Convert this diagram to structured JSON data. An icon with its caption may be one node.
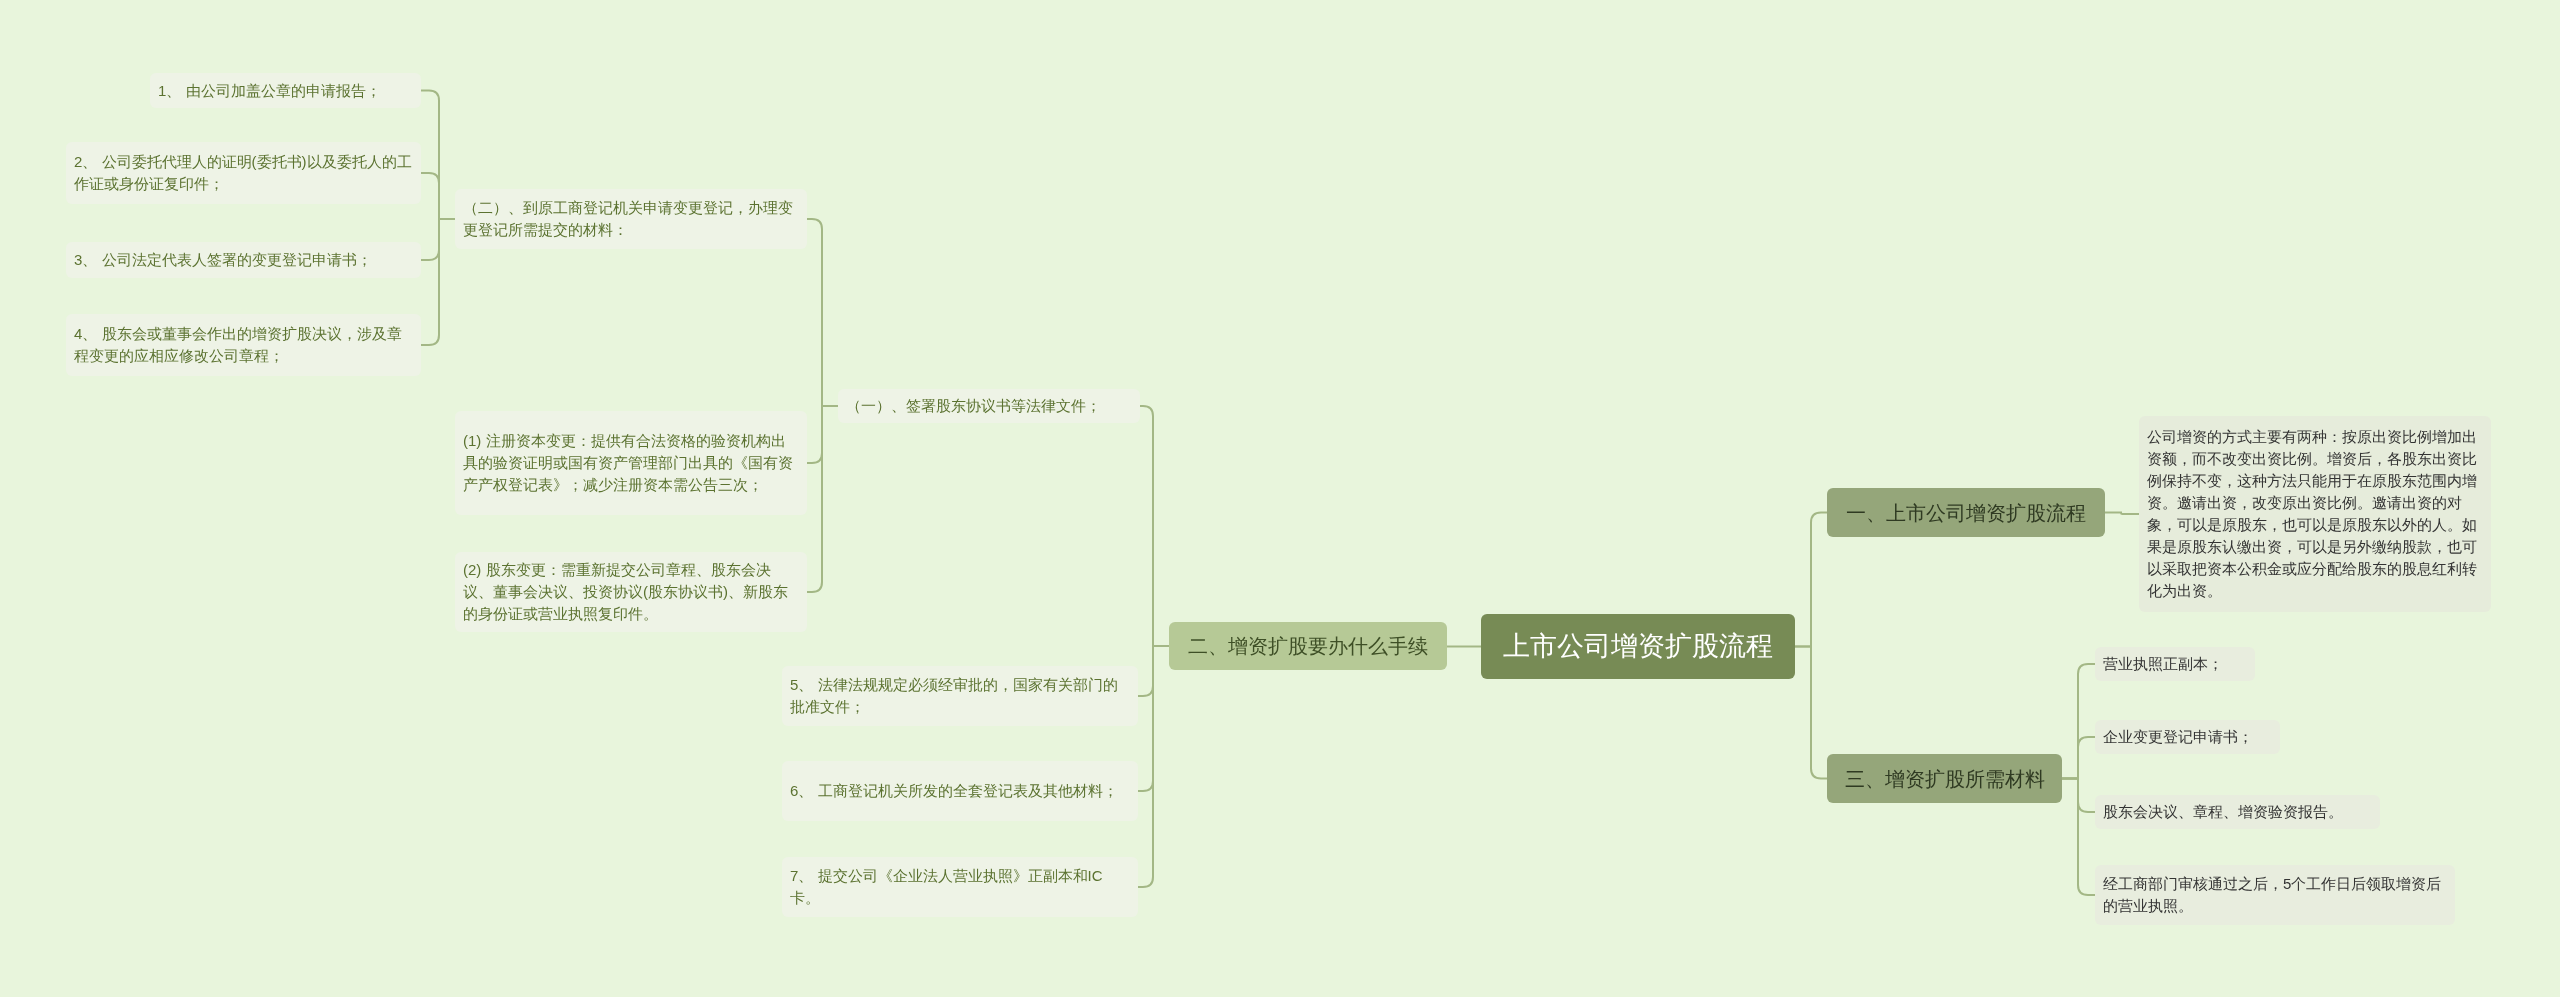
{
  "diagram": {
    "nodes": [
      {
        "text": [
          "上市公司增资扩股流程"
        ]
      },
      {
        "text": [
          "一、上市公司增资扩股流程"
        ]
      },
      {
        "text": [
          "公司增资的方式主要有两种：按原出资比例增加出资额，而不改变出资比例。增资后，各股东出资比例保持不变，这种方法只能用于在原股东范围内增资。邀请出资，改变原出资比例。邀请出资的对象，可以是原股东，也可以是原股东以外的人。如果是原股东认缴出资，可以是另外缴纳股款，也可以采取把资本公积金或应分配给股东的股息红利转化为出资。"
        ]
      },
      {
        "text": [
          "三、增资扩股所需材料"
        ]
      },
      {
        "text": [
          "营业执照正副本；"
        ]
      },
      {
        "text": [
          "企业变更登记申请书；"
        ]
      },
      {
        "text": [
          "股东会决议、章程、增资验资报告。"
        ]
      },
      {
        "text": [
          "经工商部门审核通过之后，5个工作日后领取增资后的营业执照。"
        ]
      },
      {
        "text": [
          "二、增资扩股要办什么手续"
        ]
      },
      {
        "text": [
          "（一）、签署股东协议书等法律文件；"
        ]
      },
      {
        "text": [
          "（二）、到原工商登记机关申请变更登记，办理变更登记所需提交的材料："
        ]
      },
      {
        "text": [
          "1、 由公司加盖公章的申请报告；"
        ]
      },
      {
        "text": [
          "2、 公司委托代理人的证明(委托书)以及委托人的工作证或身份证复印件；"
        ]
      },
      {
        "text": [
          "3、 公司法定代表人签署的变更登记申请书；"
        ]
      },
      {
        "text": [
          "4、 股东会或董事会作出的增资扩股决议，涉及章程变更的应相应修改公司章程；"
        ]
      },
      {
        "text": [
          "(1) 注册资本变更：提供有合法资格的验资机构出具的验资证明或国有资产管理部门出具的《国有资产产权登记表》；减少注册资本需公告三次；"
        ]
      },
      {
        "text": [
          "(2) 股东变更：需重新提交公司章程、股东会决议、董事会决议、投资协议(股东协议书)、新股东的身份证或营业执照复印件。"
        ]
      },
      {
        "text": [
          "5、 法律法规规定必须经审批的，国家有关部门的批准文件；"
        ]
      },
      {
        "text": [
          "6、 工商登记机关所发的全套登记表及其他材料；"
        ]
      },
      {
        "text": [
          "7、 提交公司《企业法人营业执照》正副本和IC卡。"
        ]
      }
    ],
    "edges": [
      {
        "from": 0,
        "to": 1,
        "arrow": "none"
      },
      {
        "from": 1,
        "to": 2,
        "arrow": "none"
      },
      {
        "from": 0,
        "to": 3,
        "arrow": "none"
      },
      {
        "from": 3,
        "to": 4,
        "arrow": "none"
      },
      {
        "from": 3,
        "to": 5,
        "arrow": "none"
      },
      {
        "from": 3,
        "to": 6,
        "arrow": "none"
      },
      {
        "from": 3,
        "to": 7,
        "arrow": "none"
      },
      {
        "from": 0,
        "to": 8,
        "arrow": "none"
      },
      {
        "from": 8,
        "to": 9,
        "arrow": "none"
      },
      {
        "from": 9,
        "to": 10,
        "arrow": "none"
      },
      {
        "from": 10,
        "to": 11,
        "arrow": "none"
      },
      {
        "from": 10,
        "to": 12,
        "arrow": "none"
      },
      {
        "from": 10,
        "to": 13,
        "arrow": "none"
      },
      {
        "from": 10,
        "to": 14,
        "arrow": "none"
      },
      {
        "from": 9,
        "to": 15,
        "arrow": "none"
      },
      {
        "from": 9,
        "to": 16,
        "arrow": "none"
      },
      {
        "from": 8,
        "to": 17,
        "arrow": "none"
      },
      {
        "from": 8,
        "to": 18,
        "arrow": "none"
      },
      {
        "from": 8,
        "to": 19,
        "arrow": "none"
      }
    ]
  }
}
